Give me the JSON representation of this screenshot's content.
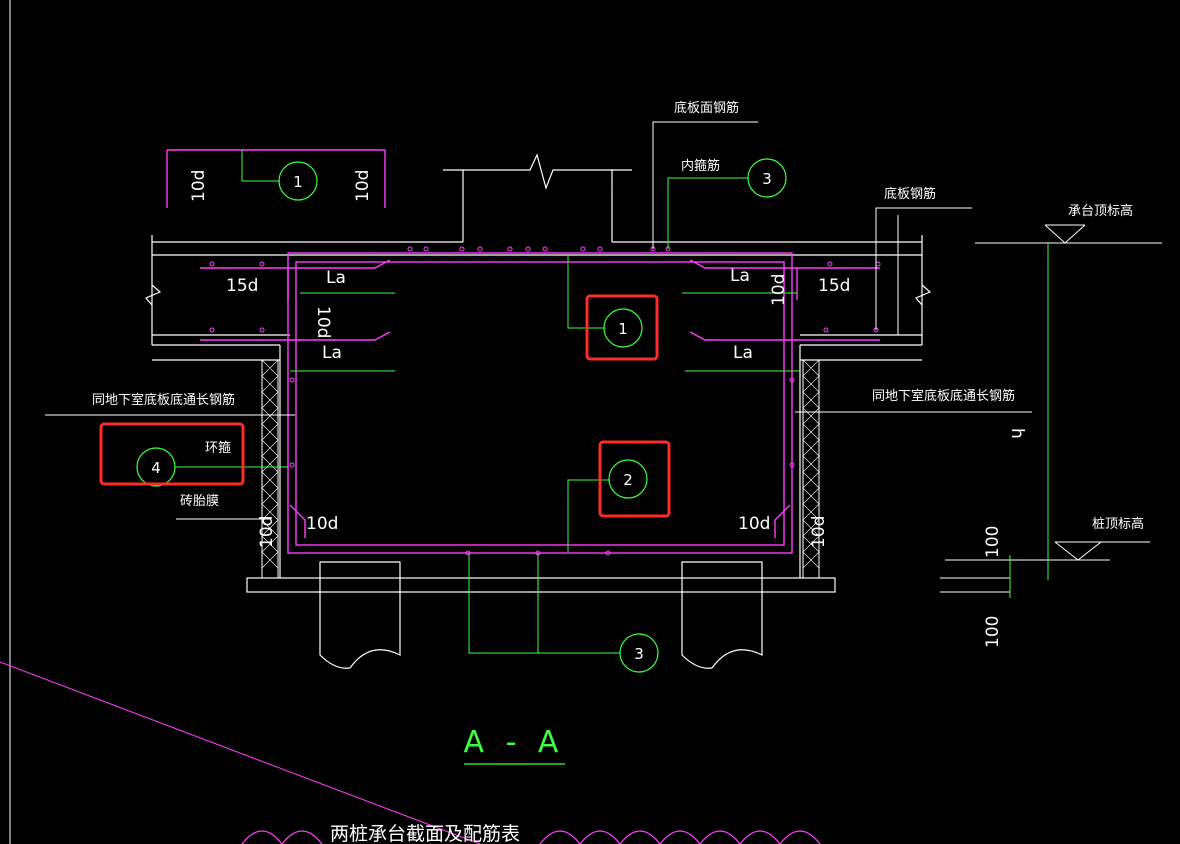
{
  "drawing": {
    "title": "A - A",
    "table_title": "两桩承台截面及配筋表",
    "labels": {
      "bottom_plate_top_bar": "底板面钢筋",
      "inner_stirrup": "内箍筋",
      "bottom_plate_bar": "底板钢筋",
      "cap_top_elev": "承台顶标高",
      "pile_top_elev": "桩顶标高",
      "basement_long_bar_left": "同地下室底板底通长钢筋",
      "basement_long_bar_right": "同地下室底板底通长钢筋",
      "ring_stirrup": "环箍",
      "brick_form": "砖胎膜"
    },
    "dims": {
      "d10": "10d",
      "d15": "15d",
      "la": "La",
      "h": "h",
      "hundred": "100"
    },
    "markers": {
      "m1": "1",
      "m2": "2",
      "m3": "3",
      "m4": "4"
    },
    "colors": {
      "background": "#000000",
      "outline": "#ffffff",
      "rebar": "#ff3dff",
      "dimension": "#3dff3d",
      "highlight": "#ff2a2a"
    }
  }
}
